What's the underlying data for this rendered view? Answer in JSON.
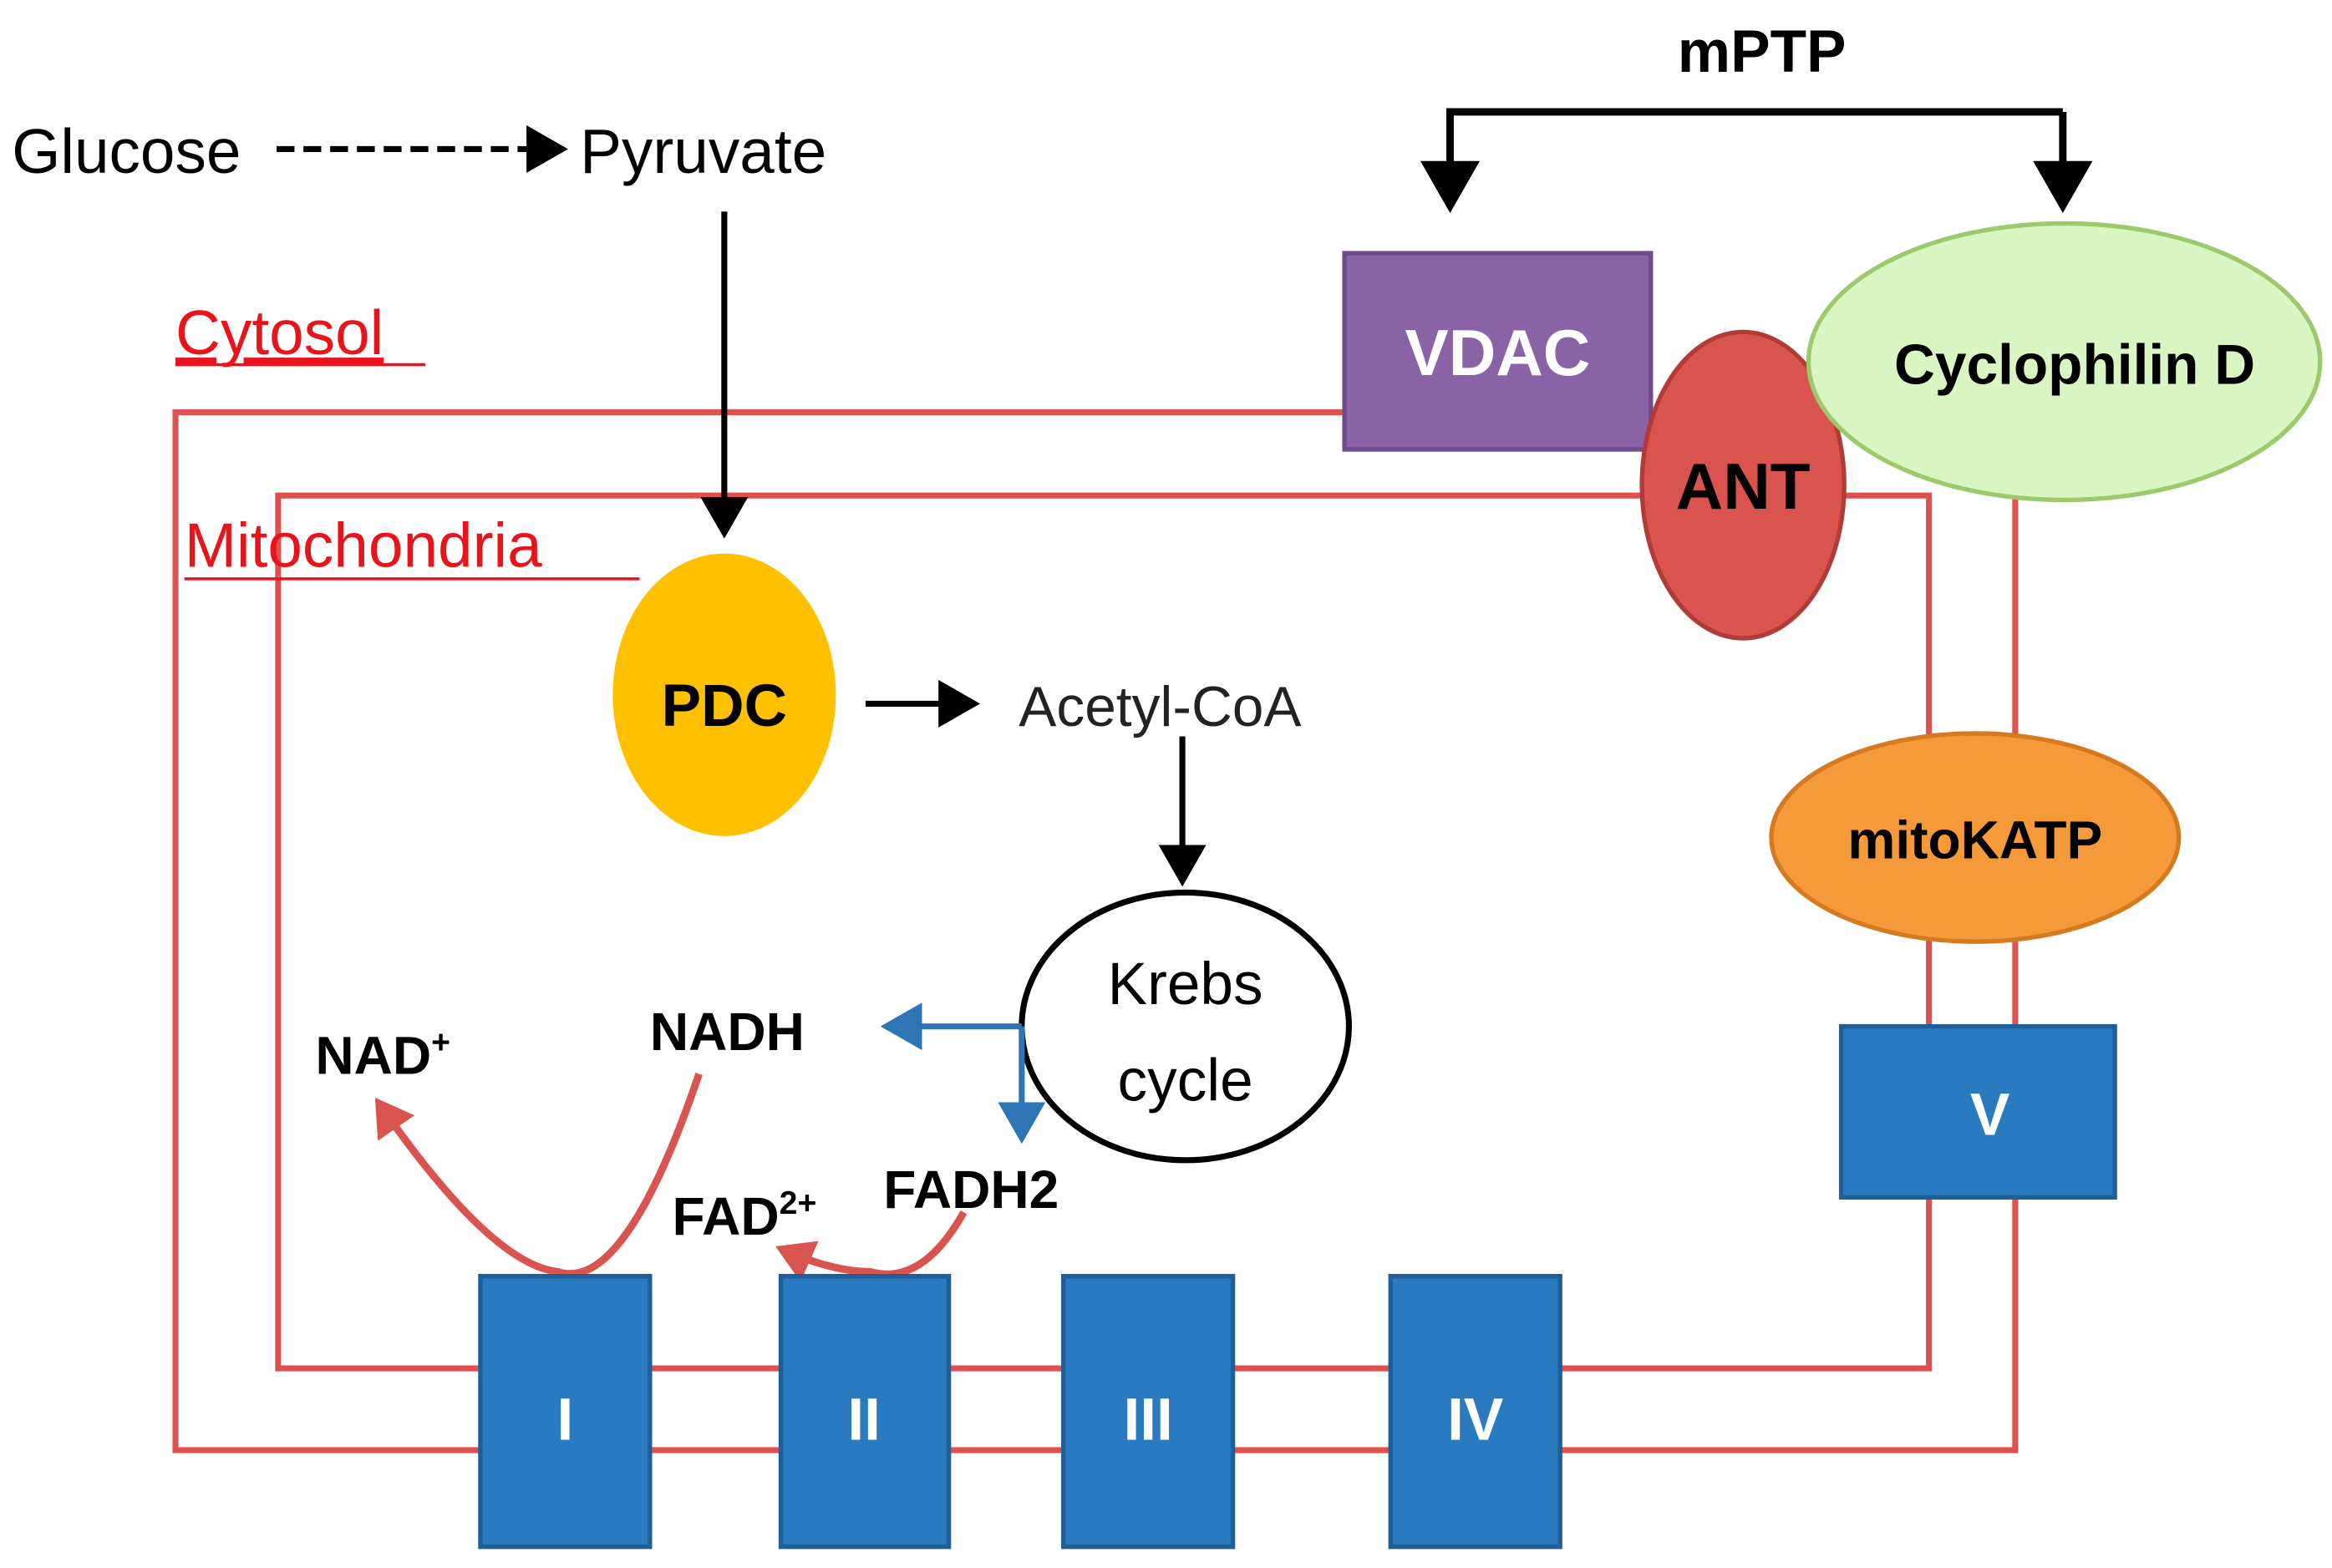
{
  "labels": {
    "glucose": "Glucose",
    "pyruvate": "Pyruvate",
    "mptp": "mPTP",
    "cytosol": "Cytosol",
    "mitochondria": "Mitochondria",
    "pdc": "PDC",
    "acetyl_coa": "Acetyl-CoA",
    "krebs_line1": "Krebs",
    "krebs_line2": "cycle",
    "nadh": "NADH",
    "nad": "NAD",
    "nad_sup": "+",
    "fadh2": "FADH2",
    "fad": "FAD",
    "fad_sup": "2+",
    "vdac": "VDAC",
    "ant": "ANT",
    "cyclophilin_d": "Cyclophilin D",
    "mitokatp": "mitoKATP"
  },
  "complexes": [
    "I",
    "II",
    "III",
    "IV",
    "V"
  ],
  "colors": {
    "membrane": "#E0504F",
    "compartment_label": "#E8141B",
    "complex": "#2A7ABF",
    "vdac": "#8A63A6",
    "ant": "#D9534F",
    "cyclophilin_d": "#D8F5C2",
    "mitokatp": "#F59A3B",
    "pdc": "#FFC000",
    "electron_flow": "#2E75B6",
    "redox_arrow": "#D9534F"
  }
}
